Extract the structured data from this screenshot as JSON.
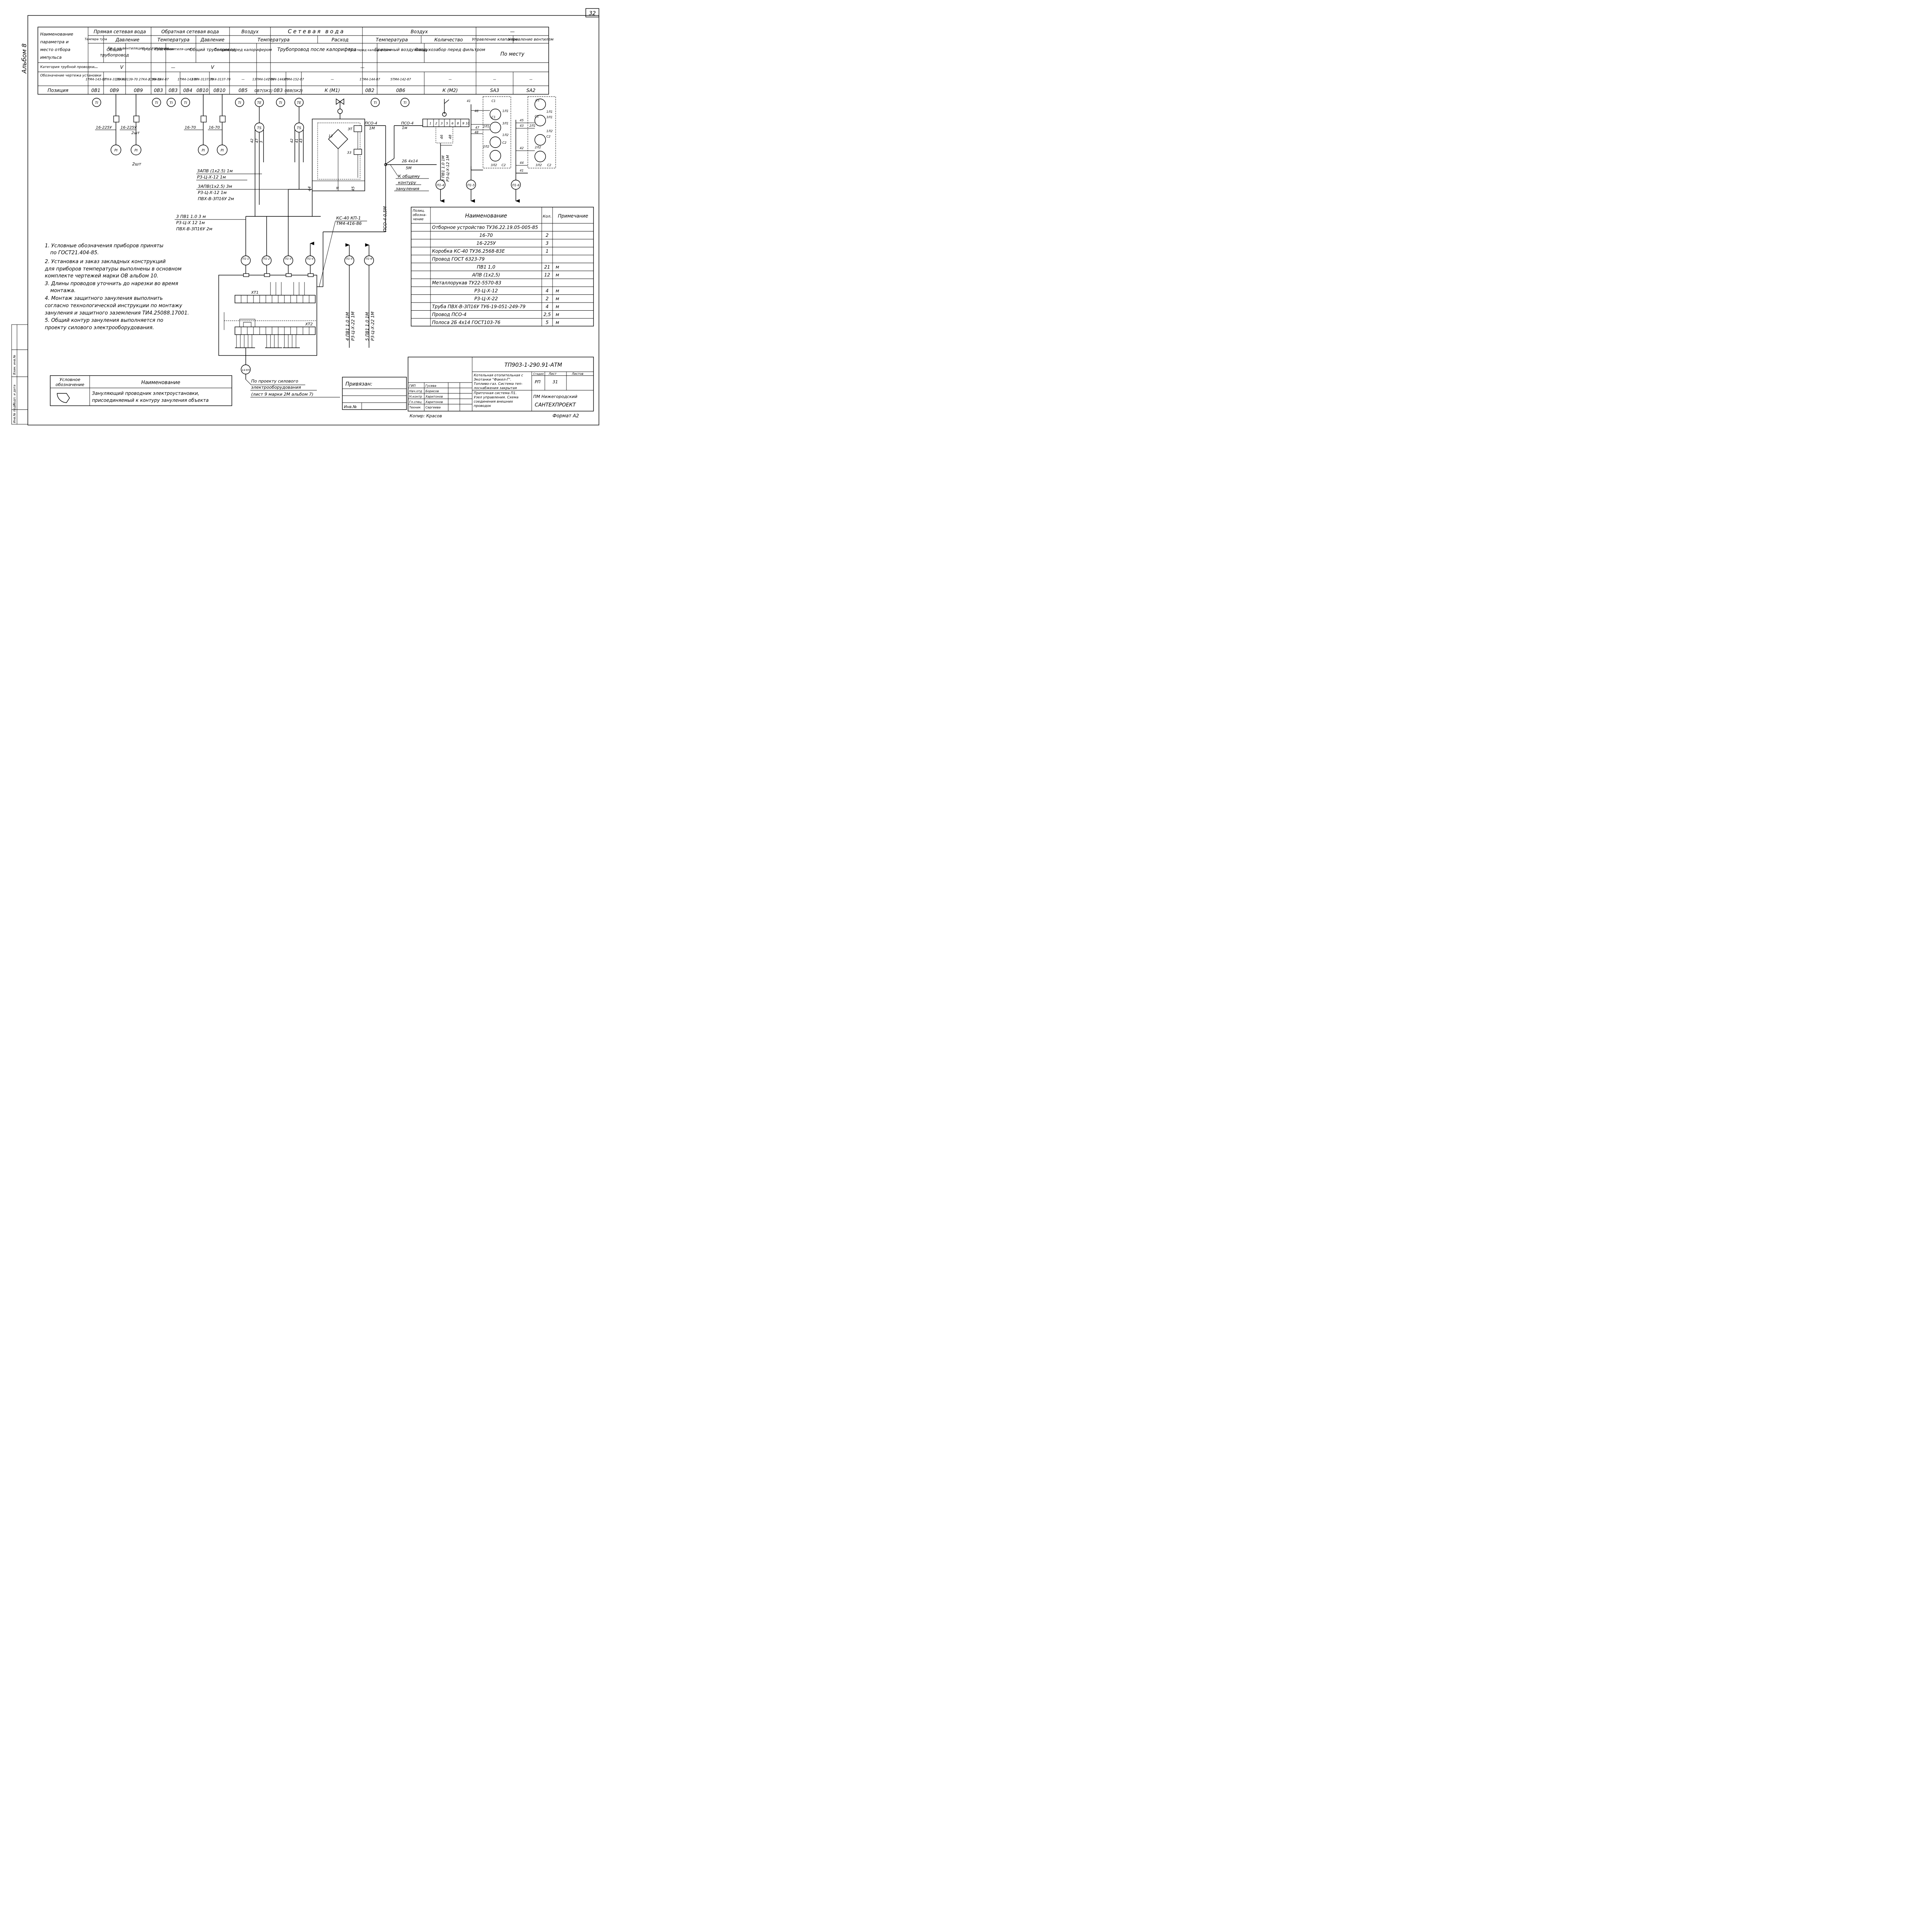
{
  "sheet": {
    "number": "32",
    "album": "Альбом 8",
    "format": "Формат А2",
    "copied": "Копир: Красов"
  },
  "table": {
    "row_head": "Наименование параметра и место отбора импульса",
    "groups": {
      "g1": "Прямая сетевая вода",
      "g2": "Обратная сетевая вода",
      "g3": "Воздух",
      "g4": "Сетевая вода",
      "g5": "Воздух",
      "g6": "—"
    },
    "sub": {
      "s1": "Темпера тура",
      "s2": "Давление",
      "s3": "Температура",
      "s4": "Давление",
      "s5": "Температура",
      "s6": "Расход",
      "s7": "Температура",
      "s8": "Количество",
      "s9": "Управление клапаном",
      "s10": "Управление вентилем"
    },
    "points": [
      "",
      "Общий трубопровод",
      "Тр-д на вентиляцию и отопление",
      "Тр-д с отоп-ления",
      "Тр-д с вен-тиля-ции",
      "Общий трубопровод",
      "Секция перед калорифером",
      "Трубопровод после калорифера",
      "Тр-д перед калори-фером",
      "Приточный воздуховод",
      "Воздухозабор перед фильтром",
      "По месту"
    ],
    "rows_labels": {
      "cat": "Категория трубной проводки",
      "des": "Обозначение чертежа установки",
      "pos": "Позиция"
    },
    "cat_marks": [
      "—",
      "V",
      "—",
      "V",
      "—"
    ],
    "designations": [
      "1ТМ4-143-87",
      "27К4-3139-70",
      "1ТК4-3139-70 27К4-3139-70",
      "2ТМ4-144-87",
      "",
      "1ТМ4-143-87",
      "27К4-3137-70",
      "1ТК4-3137-70",
      "—",
      "13ТМ4-147-87",
      "1ТМ4-144-87",
      "37М4-152-87",
      "—",
      "1ТМ4-144-87",
      "5ТМ4-142-87",
      "—",
      "—",
      "—"
    ],
    "positions": [
      "0В1",
      "0В9",
      "0В9",
      "0В3",
      "0В3",
      "0В4",
      "0В10",
      "0В10",
      "0В5",
      "0В7(SК1)",
      "0В3",
      "0В8(SК2)",
      "К (М1)",
      "0В2",
      "0В6",
      "К (М2)",
      "SА3",
      "SА2"
    ]
  },
  "instruments": {
    "ti": "TI",
    "te": "TE",
    "ts": "TS",
    "pi": "PI",
    "dev_a": "16-225У",
    "dev_b": "16-225У",
    "dev_c": "16-70",
    "dev_d": "16-70",
    "two_pcs": "2шт",
    "two_pcs_b": "2шт",
    "wires": [
      "42",
      "47",
      "3"
    ],
    "wires_b": [
      "42",
      "41",
      "43"
    ]
  },
  "cables": {
    "c1a": "3АПВ (1х2.5) 1м",
    "c1b": "Р3-Ц-Х-12   1м",
    "c2a": "3АПВ(1х2.5) 3м",
    "c2b": "Р3-Ц-Х-12   1м",
    "c2c": "ПВХ-В-3П16У  2м",
    "c3a": "3 ПВ1  1.0  3 м",
    "c3b": "Р3-Ц-Х 12   1м",
    "c3c": "ПВХ-В-3П16У  2м",
    "pso_a": "ПСО-4",
    "pso_b": "1М",
    "pso_c": "ПСО-4",
    "pso_d": "1м",
    "pso_v": "ПСО-4 0,5М",
    "strip_a": "2Б 4х14",
    "strip_b": "5М",
    "ground_a": "К общему",
    "ground_b": "контуру",
    "ground_c": "зануления",
    "v1": "3 ПВ1 1.0 1М",
    "v2": "Р3-Ц-Х-12 1М",
    "kbox_a": "КС-40 КП-1",
    "kbox_b": "ТМ4-416-86",
    "v4a": "4 ПВ1 1.0  1М",
    "v4b": "Р3-Ц-Х-22  1М",
    "v5a": "5 ПВ1 1.0  1М",
    "v5b": "Р3-Ц-Х-22  1М",
    "power_a": "По проекту силового",
    "power_b": "электрооборудования",
    "power_c": "(лист 9 марки 2М альбом 7)"
  },
  "terminals": {
    "p1": "П1-1",
    "p2": "П1-2",
    "p3": "П1-3",
    "p4": "П1-4",
    "p5": "П1-5",
    "p6": "П1-6",
    "p4b": "П1-4",
    "p5b": "П1-5",
    "p6b": "П1-6",
    "k5": "14-К5",
    "xt1": "ХТ1",
    "xt2": "ХТ2",
    "et": "ЭТ",
    "n12": "12",
    "n33": "33",
    "n44": "44",
    "n45": "45",
    "nN": "N",
    "strip_nums": [
      "1",
      "2",
      "3",
      "5",
      "6",
      "8",
      "9",
      "10"
    ],
    "w46": "46",
    "w48": "48",
    "m1_labels": [
      "41",
      "46",
      "47",
      "48",
      "С1",
      "1Л1",
      "С1",
      "3Л1",
      "2Л1",
      "1Л2",
      "С2",
      "2Л2",
      "3Л2",
      "С2"
    ],
    "m2_labels": [
      "45",
      "43",
      "42",
      "44",
      "41",
      "С1",
      "1Л1",
      "С1",
      "3Л1",
      "2Л1",
      "1Л2",
      "С2",
      "2Л2",
      "3Л2",
      "С2"
    ]
  },
  "notes": [
    "1. Условные обозначения приборов приняты",
    "по ГОСТ21.404-85.",
    "2. Установка и заказ закладных конструкций",
    "для приборов температуры выполнены в основном",
    "комплекте чертежей марки ОВ альбом 10.",
    "3. Длины проводов уточнить до нарезки во время",
    "монтажа.",
    "4. Монтаж защитного зануления выполнить",
    "согласно технологической инструкции по монтажу",
    "зануления и защитного заземления ТИ4.25088.17001.",
    "5. Общий контур зануления выполняется по",
    "проекту силового электрооборудования."
  ],
  "spec": {
    "h_pos": "Позиц. обозна- чение",
    "h_name": "Наименование",
    "h_qty": "Кол.",
    "h_note": "Примечание",
    "rows": [
      {
        "name": "Отборное устройство ТУ36.22.19.05-005-85",
        "qty": "",
        "unit": ""
      },
      {
        "name": "16-70",
        "qty": "2",
        "unit": ""
      },
      {
        "name": "16-225У",
        "qty": "3",
        "unit": ""
      },
      {
        "name": "Коробка  КС-40  ТУ36.2568-83Е",
        "qty": "1",
        "unit": ""
      },
      {
        "name": "Провод ГОСТ 6323-79",
        "qty": "",
        "unit": ""
      },
      {
        "name": "ПВ1 1,0",
        "qty": "21",
        "unit": "м"
      },
      {
        "name": "АПВ (1х2,5)",
        "qty": "12",
        "unit": "м"
      },
      {
        "name": "Металлорукав ТУ22-5570-83",
        "qty": "",
        "unit": ""
      },
      {
        "name": "Р3-Ц-Х-12",
        "qty": "4",
        "unit": "м"
      },
      {
        "name": "Р3-Ц-Х-22",
        "qty": "2",
        "unit": "м"
      },
      {
        "name": "Труба ПВХ-В-3П16У ТУ6-19-051-249-79",
        "qty": "4",
        "unit": "м"
      },
      {
        "name": "Провод  ПСО-4",
        "qty": "2,5",
        "unit": "м"
      },
      {
        "name": "Полоса  2Б 4х14  ГОСТ103-76",
        "qty": "5",
        "unit": "м"
      }
    ]
  },
  "legend": {
    "h1": "Условное обозначение",
    "h2": "Наименование",
    "text1": "Зануляющий проводник электроустановки,",
    "text2": "присоединяемый к контуру зануления объекта"
  },
  "title_block": {
    "code": "ТП903-1-290.91-АТМ",
    "privyazan": "Привязан:",
    "inv": "Инв.№",
    "object1": "Котельная отопительная с",
    "object2": "Экотанки \"Факел-Г\".",
    "object3": "Топливо-газ. Система теп-",
    "object4": "лоснабжения закрытая",
    "sheet_title1": "Приточная система П1.",
    "sheet_title2": "Узел управления. Схема",
    "sheet_title3": "соединения внешних",
    "sheet_title4": "проводок",
    "stage_h": "Стадия",
    "sheet_h": "Лист",
    "sheets_h": "Листов",
    "stage": "РП",
    "sheet": "31",
    "org1": "ПМ Нижегородский",
    "org2": "САНТЕХПРОЕКТ",
    "roles": [
      "ГИП",
      "Нач.отд",
      "Н.контр",
      "Гл.спец",
      "Техник"
    ],
    "names": [
      "Гусева",
      "Борисов",
      "Харитонов",
      "Харитонов",
      "Сергеева"
    ]
  },
  "margin": {
    "m1": "Инв.№ подл.",
    "m2": "Подп. и дата",
    "m3": "Взам. инв.№"
  }
}
